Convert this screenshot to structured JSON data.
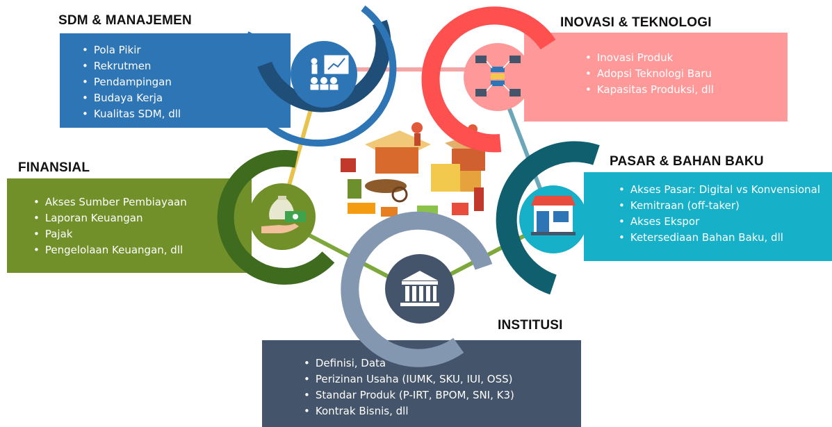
{
  "colors": {
    "sdm": "#2e75b6",
    "sdm_dark": "#1f4e79",
    "inovasi": "#ff9999",
    "inovasi_ring": "#ff5050",
    "finansial": "#71902a",
    "finansial_dark": "#3e6b1e",
    "pasar": "#17b0c9",
    "pasar_dark": "#0f5f6e",
    "institusi": "#44546a",
    "institusi_ring": "#8497b0",
    "connector_pink": "#f4a6a6",
    "connector_teal": "#6ba7b8",
    "connector_green": "#7ea83c",
    "connector_yellow": "#e8c24a"
  },
  "sections": {
    "sdm": {
      "title": "SDM & MANAJEMEN",
      "items": [
        "Pola Pikir",
        "Rekrutmen",
        "Pendampingan",
        "Budaya Kerja",
        "Kualitas SDM, dll"
      ],
      "icon": "presentation-icon"
    },
    "inovasi": {
      "title": "INOVASI & TEKNOLOGI",
      "items": [
        "Inovasi Produk",
        "Adopsi Teknologi Baru",
        "Kapasitas Produksi, dll"
      ],
      "icon": "technology-network-icon"
    },
    "finansial": {
      "title": "FINANSIAL",
      "items": [
        "Akses Sumber Pembiayaan",
        "Laporan Keuangan",
        "Pajak",
        "Pengelolaan Keuangan, dll"
      ],
      "icon": "money-bag-hand-icon"
    },
    "pasar": {
      "title": "PASAR & BAHAN BAKU",
      "items": [
        "Akses Pasar: Digital vs Konvensional",
        "Kemitraan (off-taker)",
        "Akses Ekspor",
        "Ketersediaan Bahan Baku, dll"
      ],
      "icon": "storefront-icon"
    },
    "institusi": {
      "title": "INSTITUSI",
      "items": [
        "Definisi, Data",
        "Perizinan Usaha (IUMK, SKU, IUI, OSS)",
        "Standar Produk (P-IRT, BPOM, SNI, K3)",
        "Kontrak Bisnis, dll"
      ],
      "icon": "institution-building-icon"
    }
  },
  "center": {
    "image": "market-stalls-illustration"
  }
}
